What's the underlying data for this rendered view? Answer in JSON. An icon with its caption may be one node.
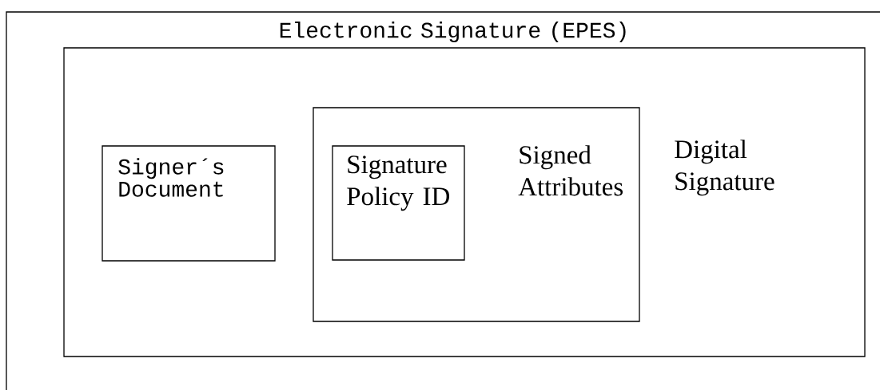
{
  "diagram": {
    "nodes": [
      {
        "text": [
          "Electronic Signature (EPES)"
        ]
      },
      {
        "text": [
          "Digital Signature"
        ],
        "in": 0
      },
      {
        "text": [
          "Signed Attributes"
        ],
        "in": 1
      },
      {
        "text": [
          "Signature Policy ID"
        ],
        "in": 2
      },
      {
        "text": [
          "Signer´s Document"
        ],
        "in": 1
      }
    ]
  }
}
